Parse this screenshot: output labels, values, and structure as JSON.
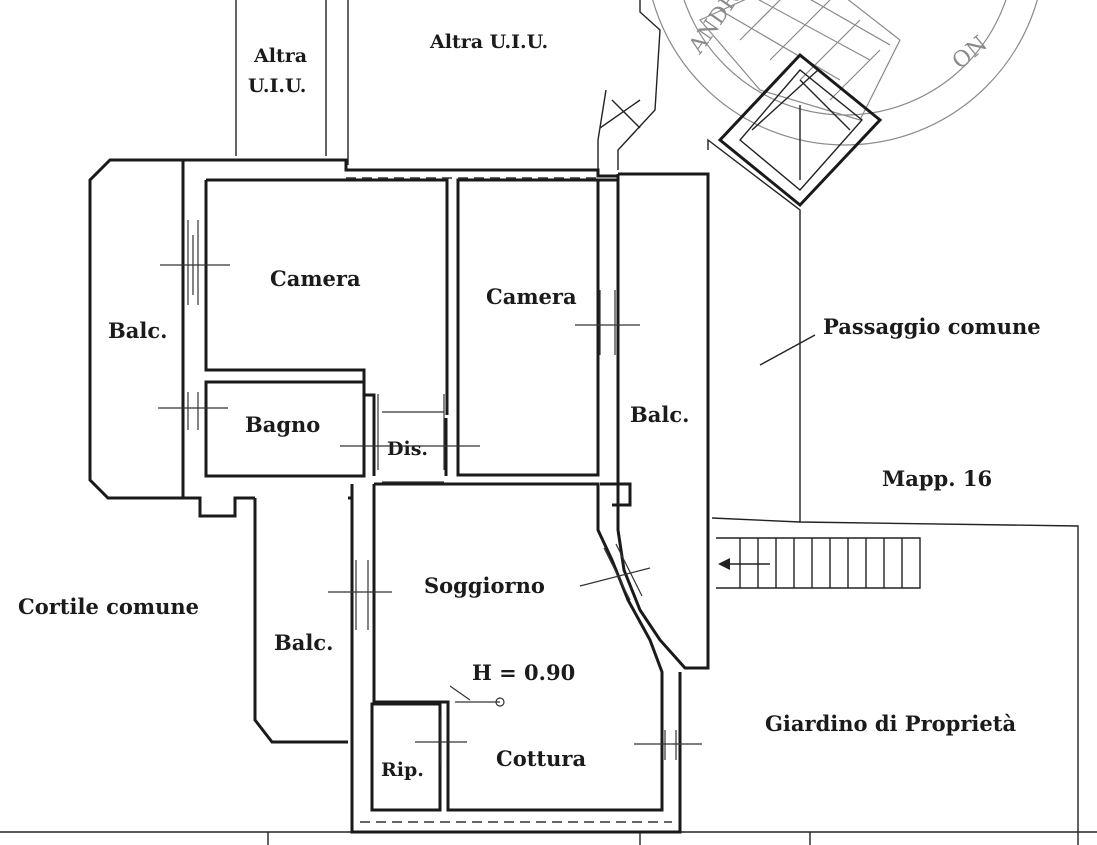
{
  "labels": {
    "altra_uiu_small_line1": "Altra",
    "altra_uiu_small_line2": "U.I.U.",
    "altra_uiu_top": "Altra U.I.U.",
    "camera_left": "Camera",
    "camera_right": "Camera",
    "balc_left": "Balc.",
    "balc_right": "Balc.",
    "balc_bottom": "Balc.",
    "bagno": "Bagno",
    "dis": "Dis.",
    "soggiorno": "Soggiorno",
    "cottura": "Cottura",
    "rip": "Rip.",
    "height_note": "H = 0.90",
    "passaggio_comune": "Passaggio comune",
    "mapp": "Mapp. 16",
    "cortile_comune": "Cortile comune",
    "giardino": "Giardino di Proprietà"
  },
  "stamp": {
    "text_left": "ANDREA",
    "text_right": "ON"
  },
  "colors": {
    "ink": "#1a1a1a",
    "stamp": "#8a8a8a",
    "paper": "#ffffff"
  }
}
